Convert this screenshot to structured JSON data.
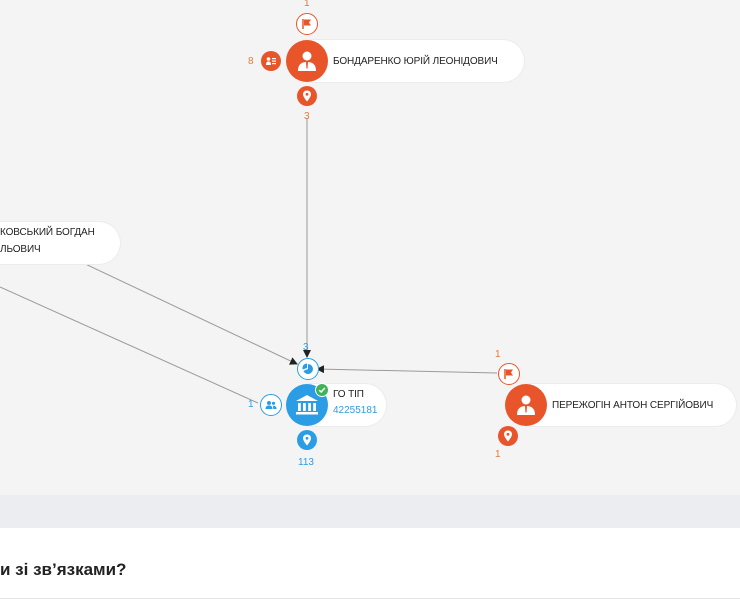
{
  "nodes": {
    "bondarenko": {
      "name": "БОНДАРЕНКО ЮРІЙ ЛЕОНІДОВИЧ",
      "flag_count": "1",
      "docs_count": "8",
      "location_count": "3"
    },
    "kovskyi": {
      "name_line1": "КОВСЬКИЙ БОГДАН",
      "name_line2": "ЛЬОВИЧ"
    },
    "go_tip": {
      "name": "ГО ТІП",
      "code": "42255181",
      "people_count": "1",
      "location_count": "113",
      "pie_count": "3"
    },
    "perezhogin": {
      "name": "ПЕРЕЖОГІН АНТОН СЕРГІЙОВИЧ",
      "flag_count": "1",
      "location_count": "1"
    }
  },
  "footer": {
    "question": "и зі зв’язками?"
  },
  "colors": {
    "person": "#e8552a",
    "company": "#2b9de4",
    "background": "#f4f4f5"
  }
}
